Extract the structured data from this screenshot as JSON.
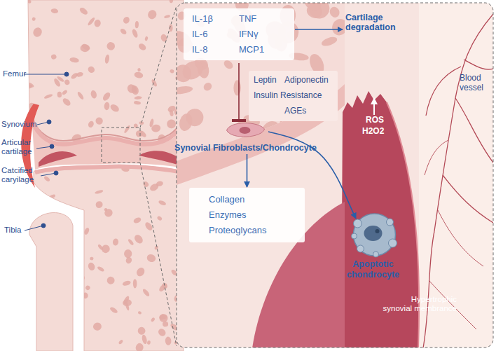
{
  "diagram": {
    "nodes": [
      {
        "text": [
          "IL-1β",
          "TNF",
          "IL-6",
          "IFNγ",
          "IL-8",
          "MCP1"
        ]
      },
      {
        "text": [
          "Synovial Fibroblasts/Chondrocyte"
        ]
      },
      {
        "text": [
          "Collagen",
          "Enzymes",
          "Proteoglycans"
        ]
      },
      {
        "text": [
          "Apoptotic chondrocyte"
        ]
      }
    ],
    "edges": [
      {
        "from": 0,
        "to": 1,
        "arrow": "to"
      },
      {
        "from": 1,
        "to": 2,
        "arrow": "to"
      },
      {
        "from": 1,
        "to": 3,
        "arrow": "to"
      }
    ],
    "labels": [
      "Femur",
      "Synovium",
      "Articular cartilage",
      "Catcified caryilage",
      "Tibia",
      "Cartilage degradation",
      "Leptin",
      "Adiponectin",
      "Insulin Resistance",
      "AGEs",
      "ROS",
      "H2O2",
      "Blood vessel",
      "Hypertrophic synovial membrance"
    ]
  }
}
